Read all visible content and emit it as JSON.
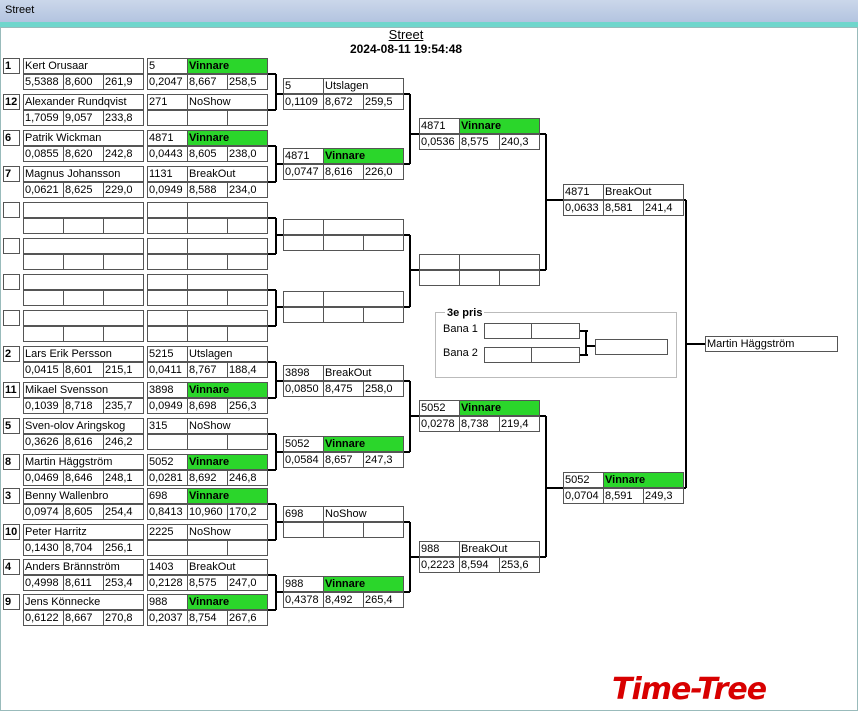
{
  "window": {
    "title": "Street"
  },
  "header": {
    "title": "Street",
    "datetime": "2024-08-11 19:54:48"
  },
  "seeds": [
    "1",
    "12",
    "6",
    "7",
    "",
    "",
    "",
    "",
    "2",
    "11",
    "5",
    "8",
    "3",
    "10",
    "4",
    "9"
  ],
  "r1": [
    {
      "name": "Kert Orusaar",
      "s1": "5,5388",
      "s2": "8,600",
      "s3": "261,9"
    },
    {
      "name": "Alexander Rundqvist",
      "s1": "1,7059",
      "s2": "9,057",
      "s3": "233,8"
    },
    {
      "name": "Patrik Wickman",
      "s1": "0,0855",
      "s2": "8,620",
      "s3": "242,8"
    },
    {
      "name": "Magnus Johansson",
      "s1": "0,0621",
      "s2": "8,625",
      "s3": "229,0"
    },
    {
      "name": "",
      "s1": "",
      "s2": "",
      "s3": ""
    },
    {
      "name": "",
      "s1": "",
      "s2": "",
      "s3": ""
    },
    {
      "name": "",
      "s1": "",
      "s2": "",
      "s3": ""
    },
    {
      "name": "",
      "s1": "",
      "s2": "",
      "s3": ""
    },
    {
      "name": "Lars Erik Persson",
      "s1": "0,0415",
      "s2": "8,601",
      "s3": "215,1"
    },
    {
      "name": "Mikael  Svensson",
      "s1": "0,1039",
      "s2": "8,718",
      "s3": "235,7"
    },
    {
      "name": "Sven-olov Aringskog",
      "s1": "0,3626",
      "s2": "8,616",
      "s3": "246,2"
    },
    {
      "name": "Martin Häggström",
      "s1": "0,0469",
      "s2": "8,646",
      "s3": "248,1"
    },
    {
      "name": "Benny Wallenbro",
      "s1": "0,0974",
      "s2": "8,605",
      "s3": "254,4"
    },
    {
      "name": "Peter Harritz",
      "s1": "0,1430",
      "s2": "8,704",
      "s3": "256,1"
    },
    {
      "name": "Anders Brännström",
      "s1": "0,4998",
      "s2": "8,611",
      "s3": "253,4"
    },
    {
      "name": "Jens Könnecke",
      "s1": "0,6122",
      "s2": "8,667",
      "s3": "270,8"
    }
  ],
  "r2": [
    {
      "num": "5",
      "status": "Vinnare",
      "s1": "0,2047",
      "s2": "8,667",
      "s3": "258,5",
      "win": true
    },
    {
      "num": "271",
      "status": "NoShow",
      "s1": "",
      "s2": "",
      "s3": "",
      "win": false
    },
    {
      "num": "4871",
      "status": "Vinnare",
      "s1": "0,0443",
      "s2": "8,605",
      "s3": "238,0",
      "win": true
    },
    {
      "num": "1131",
      "status": "BreakOut",
      "s1": "0,0949",
      "s2": "8,588",
      "s3": "234,0",
      "win": false
    },
    {
      "num": "",
      "status": "",
      "s1": "",
      "s2": "",
      "s3": "",
      "win": false
    },
    {
      "num": "",
      "status": "",
      "s1": "",
      "s2": "",
      "s3": "",
      "win": false
    },
    {
      "num": "",
      "status": "",
      "s1": "",
      "s2": "",
      "s3": "",
      "win": false
    },
    {
      "num": "",
      "status": "",
      "s1": "",
      "s2": "",
      "s3": "",
      "win": false
    },
    {
      "num": "5215",
      "status": "Utslagen",
      "s1": "0,0411",
      "s2": "8,767",
      "s3": "188,4",
      "win": false
    },
    {
      "num": "3898",
      "status": "Vinnare",
      "s1": "0,0949",
      "s2": "8,698",
      "s3": "256,3",
      "win": true
    },
    {
      "num": "315",
      "status": "NoShow",
      "s1": "",
      "s2": "",
      "s3": "",
      "win": false
    },
    {
      "num": "5052",
      "status": "Vinnare",
      "s1": "0,0281",
      "s2": "8,692",
      "s3": "246,8",
      "win": true
    },
    {
      "num": "698",
      "status": "Vinnare",
      "s1": "0,8413",
      "s2": "10,960",
      "s3": "170,2",
      "win": true
    },
    {
      "num": "2225",
      "status": "NoShow",
      "s1": "",
      "s2": "",
      "s3": "",
      "win": false
    },
    {
      "num": "1403",
      "status": "BreakOut",
      "s1": "0,2128",
      "s2": "8,575",
      "s3": "247,0",
      "win": false
    },
    {
      "num": "988",
      "status": "Vinnare",
      "s1": "0,2037",
      "s2": "8,754",
      "s3": "267,6",
      "win": true
    }
  ],
  "r3": [
    {
      "num": "5",
      "status": "Utslagen",
      "s1": "0,1109",
      "s2": "8,672",
      "s3": "259,5",
      "win": false
    },
    {
      "num": "4871",
      "status": "Vinnare",
      "s1": "0,0747",
      "s2": "8,616",
      "s3": "226,0",
      "win": true
    },
    {
      "num": "",
      "status": "",
      "s1": "",
      "s2": "",
      "s3": "",
      "win": false
    },
    {
      "num": "",
      "status": "",
      "s1": "",
      "s2": "",
      "s3": "",
      "win": false
    },
    {
      "num": "3898",
      "status": "BreakOut",
      "s1": "0,0850",
      "s2": "8,475",
      "s3": "258,0",
      "win": false
    },
    {
      "num": "5052",
      "status": "Vinnare",
      "s1": "0,0584",
      "s2": "8,657",
      "s3": "247,3",
      "win": true
    },
    {
      "num": "698",
      "status": "NoShow",
      "s1": "",
      "s2": "",
      "s3": "",
      "win": false
    },
    {
      "num": "988",
      "status": "Vinnare",
      "s1": "0,4378",
      "s2": "8,492",
      "s3": "265,4",
      "win": true
    }
  ],
  "r4": [
    {
      "num": "4871",
      "status": "Vinnare",
      "s1": "0,0536",
      "s2": "8,575",
      "s3": "240,3",
      "win": true
    },
    {
      "num": "",
      "status": "",
      "s1": "",
      "s2": "",
      "s3": "",
      "win": false
    },
    {
      "num": "5052",
      "status": "Vinnare",
      "s1": "0,0278",
      "s2": "8,738",
      "s3": "219,4",
      "win": true
    },
    {
      "num": "988",
      "status": "BreakOut",
      "s1": "0,2223",
      "s2": "8,594",
      "s3": "253,6",
      "win": false
    }
  ],
  "r5": [
    {
      "num": "4871",
      "status": "BreakOut",
      "s1": "0,0633",
      "s2": "8,581",
      "s3": "241,4",
      "win": false
    },
    {
      "num": "5052",
      "status": "Vinnare",
      "s1": "0,0704",
      "s2": "8,591",
      "s3": "249,3",
      "win": true
    }
  ],
  "final": {
    "winner": "Martin Häggström"
  },
  "third": {
    "title": "3e pris",
    "lane1": "Bana 1",
    "lane2": "Bana 2"
  },
  "brand": {
    "logo": "Time-Tree",
    "logo_color": "#d80000",
    "win_color": "#2bd62b"
  }
}
